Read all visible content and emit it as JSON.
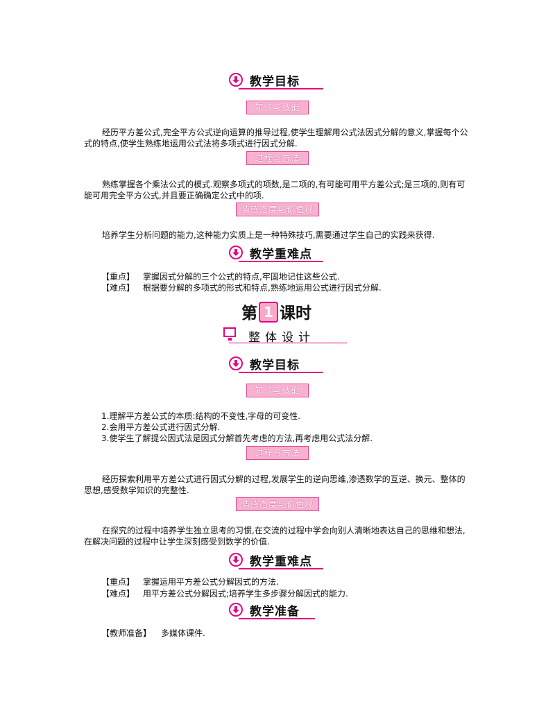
{
  "section1": {
    "heading_goal": "教学目标",
    "tag_knowledge": "知识与技能",
    "knowledge_text": "经历平方差公式,完全平方公式逆向运算的推导过程,使学生理解用公式法因式分解的意义,掌握每个公式的特点,使学生熟练地运用公式法将多项式进行因式分解.",
    "tag_process": "过程与方法",
    "process_text": "熟练掌握各个乘法公式的模式.观察多项式的项数,是二项的,有可能可用平方差公式;是三项的,则有可能可用完全平方公式,并且要正确确定公式中的项.",
    "tag_emotion": "情感态度与价值观",
    "emotion_text": "培养学生分析问题的能力,这种能力实质上是一种特殊技巧,需要通过学生自己的实践来获得.",
    "heading_key": "教学重难点",
    "key_label": "【重点】",
    "key_text": "掌握因式分解的三个公式的特点,牢固地记住这些公式.",
    "diff_label": "【难点】",
    "diff_text": "根据要分解的多项式的形式和特点,熟练地运用公式进行因式分解."
  },
  "lesson": {
    "pre": "第",
    "num": "1",
    "post": "课时",
    "design": "整体设计"
  },
  "section2": {
    "heading_goal": "教学目标",
    "tag_knowledge": "知识与技能",
    "k_item1": "1.理解平方差公式的本质:结构的不变性,字母的可变性.",
    "k_item2": "2.会用平方差公式进行因式分解.",
    "k_item3": "3.使学生了解提公因式法是因式分解首先考虑的方法,再考虑用公式法分解.",
    "tag_process": "过程与方法",
    "process_text": "经历探索利用平方差公式进行因式分解的过程,发展学生的逆向思维,渗透数学的互逆、换元、整体的思想,感受数学知识的完整性.",
    "tag_emotion": "情感态度与价值观",
    "emotion_text": "在探究的过程中培养学生独立思考的习惯,在交流的过程中学会向别人清晰地表达自己的思维和想法,在解决问题的过程中让学生深刻感受到数学的价值.",
    "heading_key": "教学重难点",
    "key_label": "【重点】",
    "key_text": "掌握运用平方差公式分解因式的方法.",
    "diff_label": "【难点】",
    "diff_text": "用平方差公式分解因式;培养学生多步骤分解因式的能力.",
    "heading_prep": "教学准备",
    "prep_label": "【教师准备】",
    "prep_text": "多媒体课件."
  },
  "colors": {
    "accent": "#e4007f",
    "tag_fill": "#f7b2d1"
  }
}
